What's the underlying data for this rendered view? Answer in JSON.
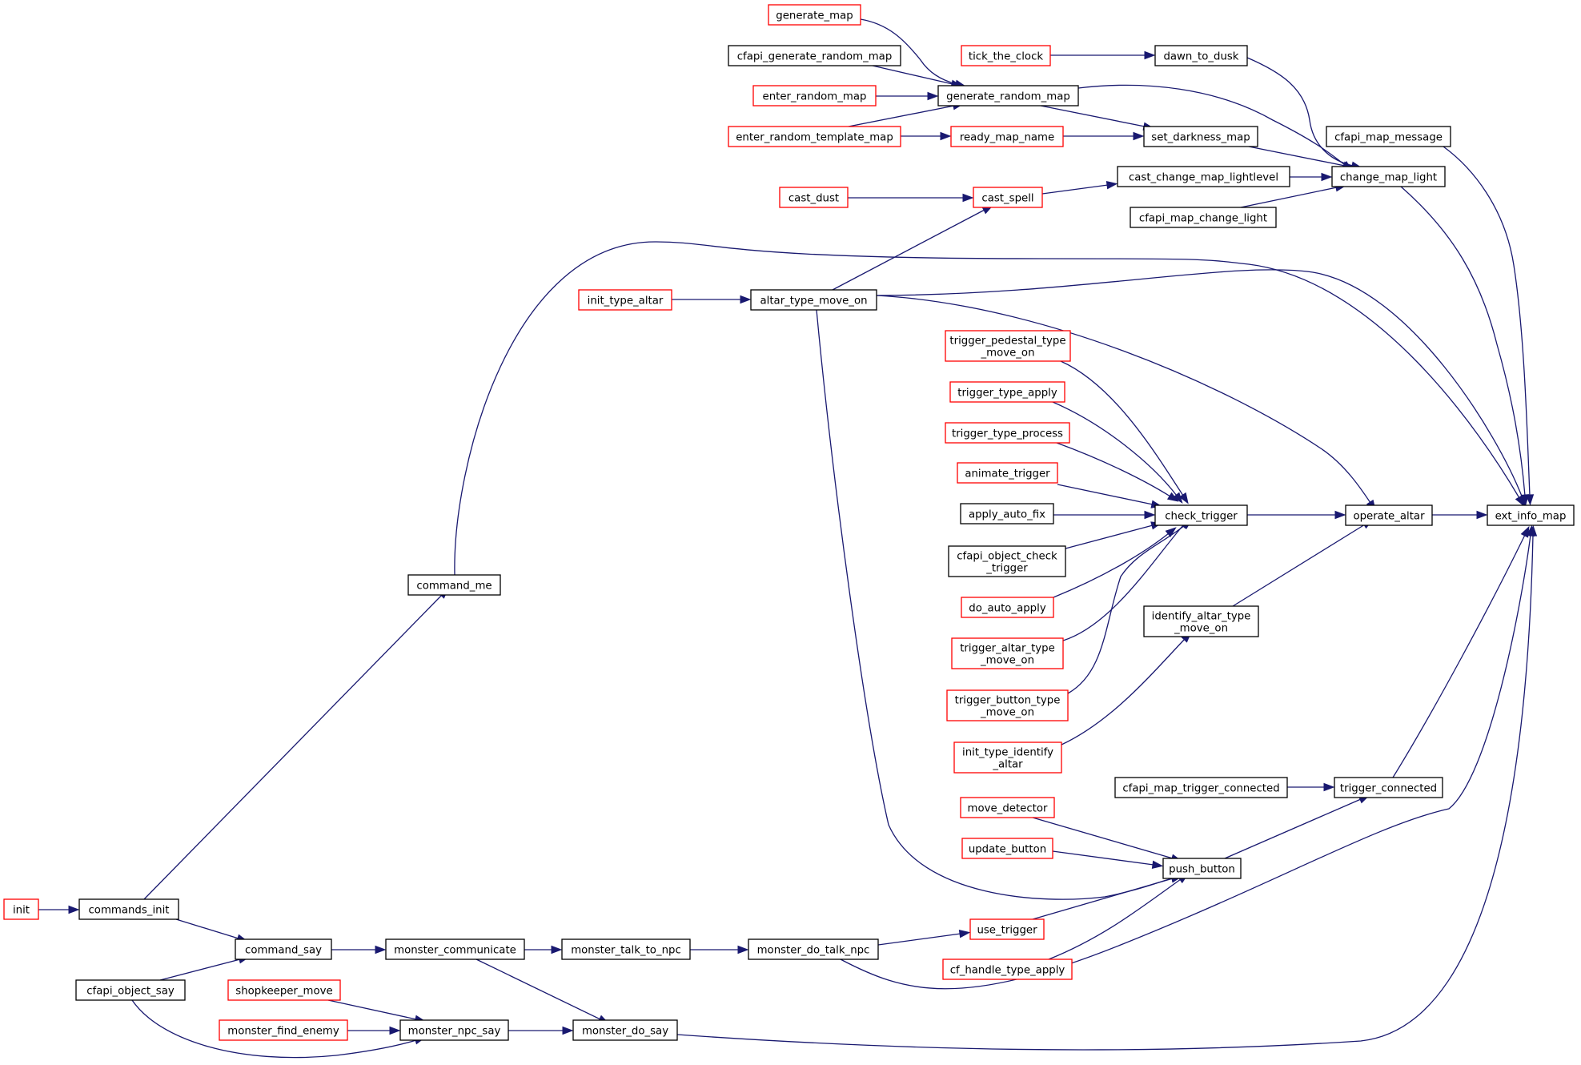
{
  "colors": {
    "edge": "#191970",
    "node_border_linked": "#000000",
    "node_border_unlinked": "#ff0000",
    "node_fill": "#ffffff",
    "focus_fill": "#bfbfbf"
  },
  "nodes": {
    "ext_info_map": {
      "label": "ext_info_map",
      "kind": "focus"
    },
    "cfapi_map_message": {
      "label": "cfapi_map_message",
      "kind": "black"
    },
    "change_map_light": {
      "label": "change_map_light",
      "kind": "black"
    },
    "cast_change_map_lightlevel": {
      "label": "cast_change_map_lightlevel",
      "kind": "black"
    },
    "cfapi_map_change_light": {
      "label": "cfapi_map_change_light",
      "kind": "black"
    },
    "dawn_to_dusk": {
      "label": "dawn_to_dusk",
      "kind": "black"
    },
    "set_darkness_map": {
      "label": "set_darkness_map",
      "kind": "black"
    },
    "generate_random_map": {
      "label": "generate_random_map",
      "kind": "black"
    },
    "cfapi_generate_random_map": {
      "label": "cfapi_generate_random_map",
      "kind": "black"
    },
    "generate_map": {
      "label": "generate_map",
      "kind": "red"
    },
    "tick_the_clock": {
      "label": "tick_the_clock",
      "kind": "red"
    },
    "enter_random_map": {
      "label": "enter_random_map",
      "kind": "red"
    },
    "enter_random_template_map": {
      "label": "enter_random_template_map",
      "kind": "red"
    },
    "ready_map_name": {
      "label": "ready_map_name",
      "kind": "red"
    },
    "cast_spell": {
      "label": "cast_spell",
      "kind": "red"
    },
    "cast_dust": {
      "label": "cast_dust",
      "kind": "red"
    },
    "altar_type_move_on": {
      "label": "altar_type_move_on",
      "kind": "black"
    },
    "init_type_altar": {
      "label": "init_type_altar",
      "kind": "red"
    },
    "operate_altar": {
      "label": "operate_altar",
      "kind": "black"
    },
    "check_trigger": {
      "label": "check_trigger",
      "kind": "black"
    },
    "identify_altar_type_move_on": {
      "label": "identify_altar_type\n_move_on",
      "kind": "black"
    },
    "trigger_pedestal_type_move_on": {
      "label": "trigger_pedestal_type\n_move_on",
      "kind": "red"
    },
    "trigger_type_apply": {
      "label": "trigger_type_apply",
      "kind": "red"
    },
    "trigger_type_process": {
      "label": "trigger_type_process",
      "kind": "red"
    },
    "animate_trigger": {
      "label": "animate_trigger",
      "kind": "red"
    },
    "apply_auto_fix": {
      "label": "apply_auto_fix",
      "kind": "black"
    },
    "cfapi_object_check_trigger": {
      "label": "cfapi_object_check\n_trigger",
      "kind": "black"
    },
    "do_auto_apply": {
      "label": "do_auto_apply",
      "kind": "red"
    },
    "trigger_altar_type_move_on": {
      "label": "trigger_altar_type\n_move_on",
      "kind": "red"
    },
    "trigger_button_type_move_on": {
      "label": "trigger_button_type\n_move_on",
      "kind": "red"
    },
    "init_type_identify_altar": {
      "label": "init_type_identify\n_altar",
      "kind": "red"
    },
    "trigger_connected": {
      "label": "trigger_connected",
      "kind": "black"
    },
    "cfapi_map_trigger_connected": {
      "label": "cfapi_map_trigger_connected",
      "kind": "black"
    },
    "push_button": {
      "label": "push_button",
      "kind": "black"
    },
    "move_detector": {
      "label": "move_detector",
      "kind": "red"
    },
    "update_button": {
      "label": "update_button",
      "kind": "red"
    },
    "use_trigger": {
      "label": "use_trigger",
      "kind": "red"
    },
    "cf_handle_type_apply": {
      "label": "cf_handle_type_apply",
      "kind": "red"
    },
    "command_me": {
      "label": "command_me",
      "kind": "black"
    },
    "commands_init": {
      "label": "commands_init",
      "kind": "black"
    },
    "init": {
      "label": "init",
      "kind": "red"
    },
    "command_say": {
      "label": "command_say",
      "kind": "black"
    },
    "cfapi_object_say": {
      "label": "cfapi_object_say",
      "kind": "black"
    },
    "monster_communicate": {
      "label": "monster_communicate",
      "kind": "black"
    },
    "monster_talk_to_npc": {
      "label": "monster_talk_to_npc",
      "kind": "black"
    },
    "monster_do_talk_npc": {
      "label": "monster_do_talk_npc",
      "kind": "black"
    },
    "shopkeeper_move": {
      "label": "shopkeeper_move",
      "kind": "red"
    },
    "monster_find_enemy": {
      "label": "monster_find_enemy",
      "kind": "red"
    },
    "monster_npc_say": {
      "label": "monster_npc_say",
      "kind": "black"
    },
    "monster_do_say": {
      "label": "monster_do_say",
      "kind": "black"
    }
  },
  "edges": [
    [
      "cfapi_map_message",
      "ext_info_map"
    ],
    [
      "change_map_light",
      "ext_info_map"
    ],
    [
      "operate_altar",
      "ext_info_map"
    ],
    [
      "trigger_connected",
      "ext_info_map"
    ],
    [
      "altar_type_move_on",
      "ext_info_map"
    ],
    [
      "command_me",
      "ext_info_map"
    ],
    [
      "monster_do_talk_npc",
      "ext_info_map"
    ],
    [
      "monster_do_say",
      "ext_info_map"
    ],
    [
      "cast_change_map_lightlevel",
      "change_map_light"
    ],
    [
      "cfapi_map_change_light",
      "change_map_light"
    ],
    [
      "dawn_to_dusk",
      "change_map_light"
    ],
    [
      "set_darkness_map",
      "change_map_light"
    ],
    [
      "generate_random_map",
      "change_map_light"
    ],
    [
      "tick_the_clock",
      "dawn_to_dusk"
    ],
    [
      "generate_random_map",
      "set_darkness_map"
    ],
    [
      "ready_map_name",
      "set_darkness_map"
    ],
    [
      "generate_map",
      "generate_random_map"
    ],
    [
      "cfapi_generate_random_map",
      "generate_random_map"
    ],
    [
      "enter_random_map",
      "generate_random_map"
    ],
    [
      "enter_random_template_map",
      "generate_random_map"
    ],
    [
      "enter_random_template_map",
      "ready_map_name"
    ],
    [
      "cast_spell",
      "cast_change_map_lightlevel"
    ],
    [
      "cast_dust",
      "cast_spell"
    ],
    [
      "altar_type_move_on",
      "cast_spell"
    ],
    [
      "init_type_altar",
      "altar_type_move_on"
    ],
    [
      "altar_type_move_on",
      "operate_altar"
    ],
    [
      "check_trigger",
      "operate_altar"
    ],
    [
      "identify_altar_type_move_on",
      "operate_altar"
    ],
    [
      "trigger_pedestal_type_move_on",
      "check_trigger"
    ],
    [
      "trigger_type_apply",
      "check_trigger"
    ],
    [
      "trigger_type_process",
      "check_trigger"
    ],
    [
      "animate_trigger",
      "check_trigger"
    ],
    [
      "apply_auto_fix",
      "check_trigger"
    ],
    [
      "cfapi_object_check_trigger",
      "check_trigger"
    ],
    [
      "do_auto_apply",
      "check_trigger"
    ],
    [
      "trigger_altar_type_move_on",
      "check_trigger"
    ],
    [
      "trigger_button_type_move_on",
      "check_trigger"
    ],
    [
      "init_type_identify_altar",
      "identify_altar_type_move_on"
    ],
    [
      "cfapi_map_trigger_connected",
      "trigger_connected"
    ],
    [
      "push_button",
      "trigger_connected"
    ],
    [
      "move_detector",
      "push_button"
    ],
    [
      "update_button",
      "push_button"
    ],
    [
      "use_trigger",
      "push_button"
    ],
    [
      "cf_handle_type_apply",
      "push_button"
    ],
    [
      "altar_type_move_on",
      "push_button"
    ],
    [
      "commands_init",
      "command_me"
    ],
    [
      "init",
      "commands_init"
    ],
    [
      "commands_init",
      "command_say"
    ],
    [
      "cfapi_object_say",
      "command_say"
    ],
    [
      "command_say",
      "monster_communicate"
    ],
    [
      "monster_communicate",
      "monster_talk_to_npc"
    ],
    [
      "monster_talk_to_npc",
      "monster_do_talk_npc"
    ],
    [
      "monster_do_talk_npc",
      "use_trigger"
    ],
    [
      "monster_communicate",
      "monster_do_say"
    ],
    [
      "monster_npc_say",
      "monster_do_say"
    ],
    [
      "shopkeeper_move",
      "monster_npc_say"
    ],
    [
      "monster_find_enemy",
      "monster_npc_say"
    ],
    [
      "cfapi_object_say",
      "monster_npc_say"
    ]
  ]
}
